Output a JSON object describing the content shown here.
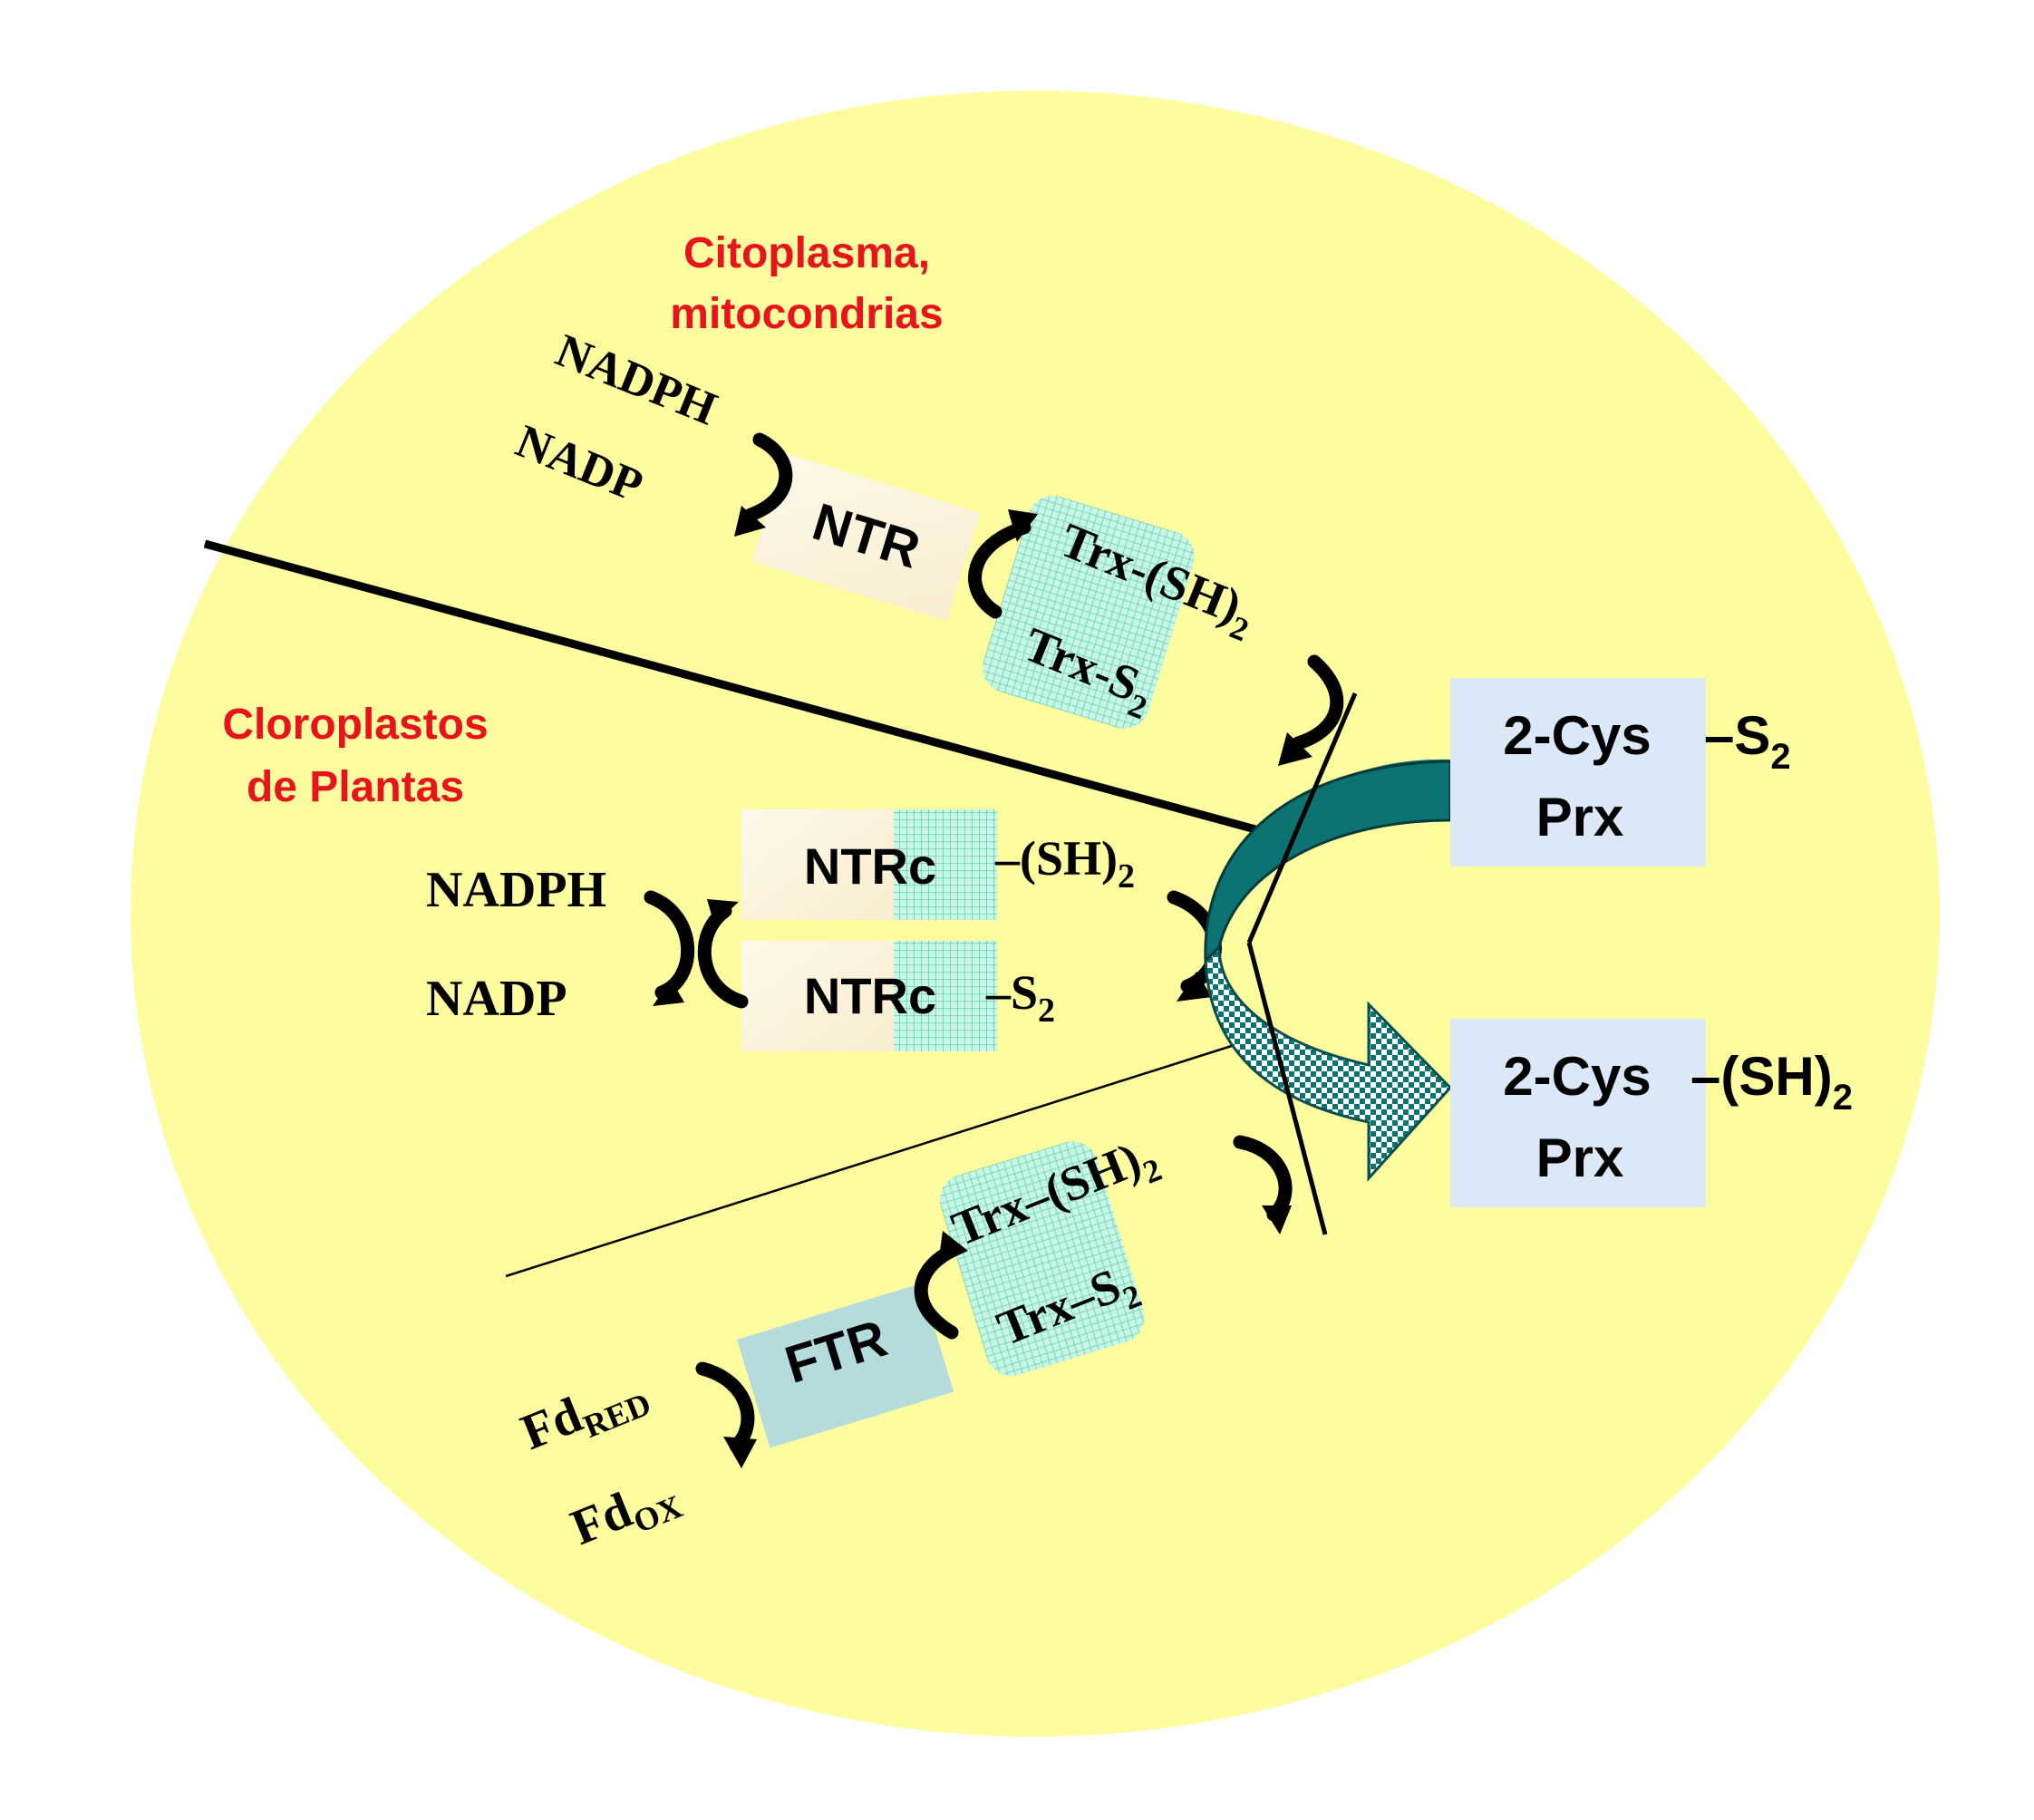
{
  "colors": {
    "background": "#ffffff",
    "ellipse_fill": "#fdfd9f",
    "label_red": "#e8141c",
    "ink": "#000000",
    "ntr_box": "#fbf4dc",
    "trx_green": "#a8efd8",
    "prx_box": "#dae8f7",
    "ftr_box": "#b5dcdc",
    "teal_arrow": "#0c7373"
  },
  "regions": {
    "cytoplasm_line1": "Citoplasma,",
    "cytoplasm_line2": "mitocondrias",
    "chloroplast_line1": "Cloroplastos",
    "chloroplast_line2": "de Plantas"
  },
  "top_pathway": {
    "nadph": "NADPH",
    "nadp": "NADP",
    "enzyme": "NTR",
    "trx_reduced_base": "Trx-(SH)",
    "trx_reduced_sub": "2",
    "trx_oxidized_base": "Trx-S",
    "trx_oxidized_sub": "2"
  },
  "middle_pathway": {
    "nadph": "NADPH",
    "nadp": "NADP",
    "enzyme_top": "NTRc",
    "enzyme_bottom": "NTRc",
    "reduced_base": "–(SH)",
    "reduced_sub": "2",
    "oxidized_base": "–S",
    "oxidized_sub": "2"
  },
  "bottom_pathway": {
    "fd_red_base": "Fd",
    "fd_red_sub": "RED",
    "fd_ox_base": "Fd",
    "fd_ox_sub": "OX",
    "enzyme": "FTR",
    "trx_reduced_base": "Trx–(SH)",
    "trx_reduced_sub": "2",
    "trx_oxidized_base": "Trx–S",
    "trx_oxidized_sub": "2"
  },
  "prx_oxidized": {
    "line1": "2-Cys",
    "line2": "Prx",
    "suffix_base": "–S",
    "suffix_sub": "2"
  },
  "prx_reduced": {
    "line1": "2-Cys",
    "line2": "Prx",
    "suffix_base": "–(SH)",
    "suffix_sub": "2"
  }
}
